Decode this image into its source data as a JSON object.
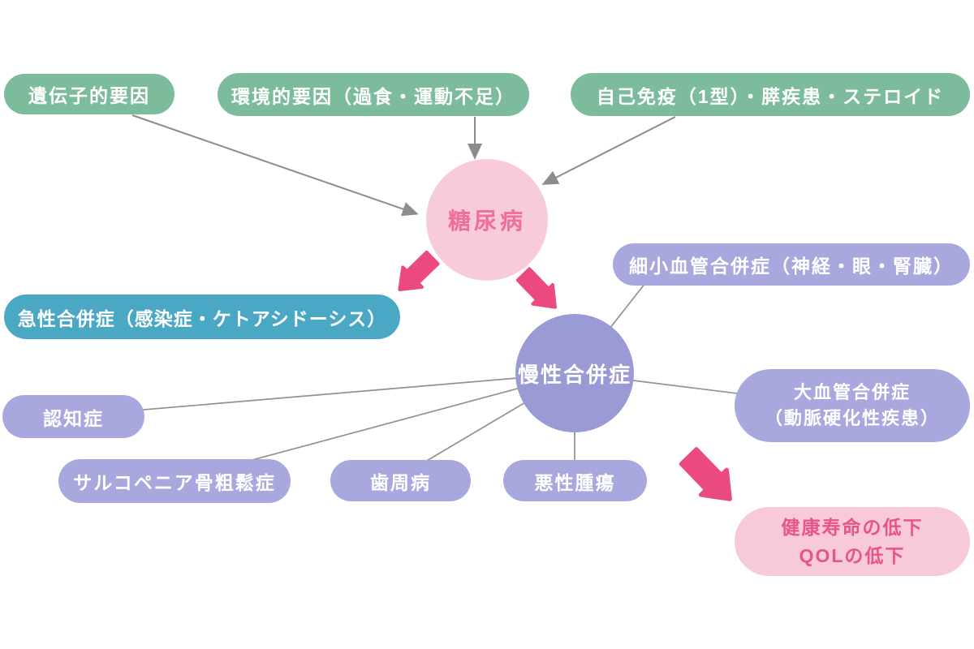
{
  "diagram": {
    "causes": {
      "genetic": "遺伝子的要因",
      "environmental": "環境的要因（過食・運動不足）",
      "autoimmune": "自己免疫（1型）・膵疾患・ステロイド"
    },
    "disease": "糖尿病",
    "acute_complication": "急性合併症（感染症・ケトアシドーシス）",
    "chronic_complication": "慢性合併症",
    "chronic_items": {
      "microvascular": "細小血管合併症（神経・眼・腎臓）",
      "macrovascular_line1": "大血管合併症",
      "macrovascular_line2": "（動脈硬化性疾患）",
      "dementia": "認知症",
      "sarcopenia": "サルコペニア骨粗鬆症",
      "periodontal": "歯周病",
      "malignant": "悪性腫瘍"
    },
    "outcome": {
      "line1": "健康寿命の低下",
      "line2": "QOLの低下"
    },
    "colors": {
      "cause_green": "#7cbc9d",
      "acute_teal": "#4aa8c5",
      "disease_bg_pink": "#f7cbd9",
      "disease_text_pink": "#ee6f9b",
      "block_arrow_pink": "#eb4a7e",
      "chronic_circle_purple": "#9a9ad4",
      "chronic_item_purple": "#a8a8de",
      "outcome_bg_pink": "#f8c9d7",
      "outcome_text_pink": "#e7548a",
      "connector_gray": "#8c8c8c"
    }
  }
}
